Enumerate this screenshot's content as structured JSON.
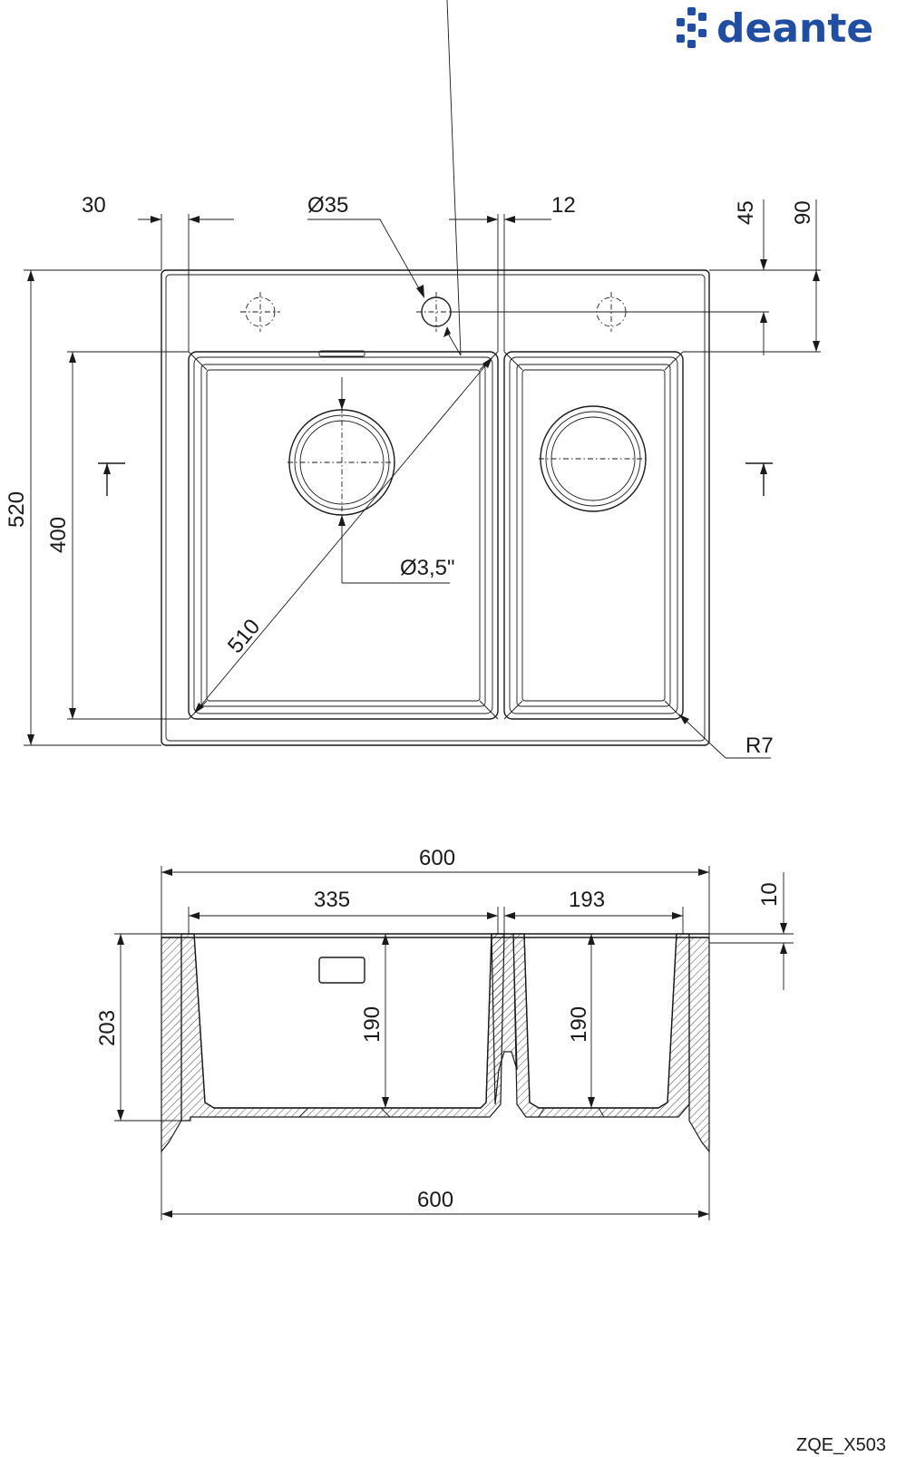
{
  "brand": {
    "name": "deante",
    "color": "#1f4ea3",
    "icon": "deante-logo-icon"
  },
  "drawing_code": "ZQE_X503",
  "top_view": {
    "dims": {
      "top_offset_left": "30",
      "tap_hole_diameter": "Ø35",
      "top_offset_right": "12",
      "right_small": "45",
      "right_large": "90",
      "total_depth": "520",
      "bowl_depth": "400",
      "drain_diameter": "Ø3,5\"",
      "diagonal": "510",
      "corner_radius": "R7"
    }
  },
  "side_view": {
    "dims": {
      "overall_width_top": "600",
      "bowl_left_width": "335",
      "bowl_right_width": "193",
      "rim_thickness": "10",
      "total_height": "203",
      "bowl_left_depth": "190",
      "bowl_right_depth": "190",
      "overall_width_bottom": "600"
    }
  }
}
